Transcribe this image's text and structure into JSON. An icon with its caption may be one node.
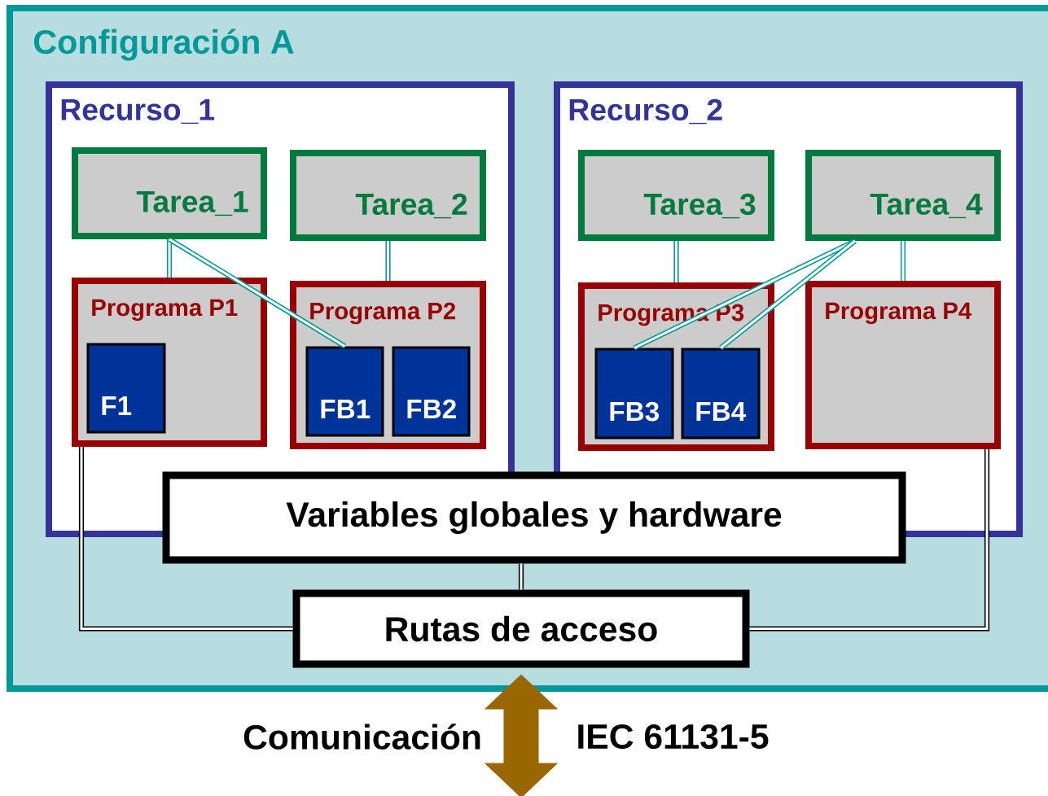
{
  "diagram": {
    "nodes": [
      {
        "text": [
          "Configuración A"
        ]
      },
      {
        "text": [
          "Recurso_1"
        ],
        "in": 0
      },
      {
        "text": [
          "Tarea_1"
        ],
        "in": 1
      },
      {
        "text": [
          "Tarea_2"
        ],
        "in": 1
      },
      {
        "text": [
          "Programa P1"
        ],
        "in": 1
      },
      {
        "text": [
          "F1"
        ],
        "in": 4
      },
      {
        "text": [
          "Programa P2"
        ],
        "in": 1
      },
      {
        "text": [
          "FB1"
        ],
        "in": 6
      },
      {
        "text": [
          "FB2"
        ],
        "in": 6
      },
      {
        "text": [
          "Recurso_2"
        ],
        "in": 0
      },
      {
        "text": [
          "Tarea_3"
        ],
        "in": 9
      },
      {
        "text": [
          "Tarea_4"
        ],
        "in": 9
      },
      {
        "text": [
          "Programa P3"
        ],
        "in": 9
      },
      {
        "text": [
          "FB3"
        ],
        "in": 12
      },
      {
        "text": [
          "FB4"
        ],
        "in": 12
      },
      {
        "text": [
          "Programa P4"
        ],
        "in": 9
      },
      {
        "text": [
          "Variables globales y hardware"
        ],
        "in": 0
      },
      {
        "text": [
          "Rutas de acceso"
        ],
        "in": 0
      }
    ],
    "edges": [
      {
        "from": 2,
        "to": 4,
        "arrow": "none"
      },
      {
        "from": 2,
        "to": 7,
        "arrow": "none"
      },
      {
        "from": 3,
        "to": 6,
        "arrow": "none"
      },
      {
        "from": 10,
        "to": 12,
        "arrow": "none"
      },
      {
        "from": 11,
        "to": 13,
        "arrow": "none"
      },
      {
        "from": 11,
        "to": 14,
        "arrow": "none"
      },
      {
        "from": 11,
        "to": 15,
        "arrow": "none"
      },
      {
        "from": 4,
        "to": 17,
        "arrow": "none",
        "color": "#000000"
      },
      {
        "from": 16,
        "to": 17,
        "arrow": "none",
        "color": "#000000"
      },
      {
        "from": 15,
        "to": 17,
        "arrow": "none",
        "color": "#000000"
      },
      {
        "from": 17,
        "to": null,
        "arrow": "both",
        "style": "thick",
        "color": "#996600"
      }
    ],
    "labels": [
      "Comunicación",
      "IEC 61131-5"
    ]
  }
}
